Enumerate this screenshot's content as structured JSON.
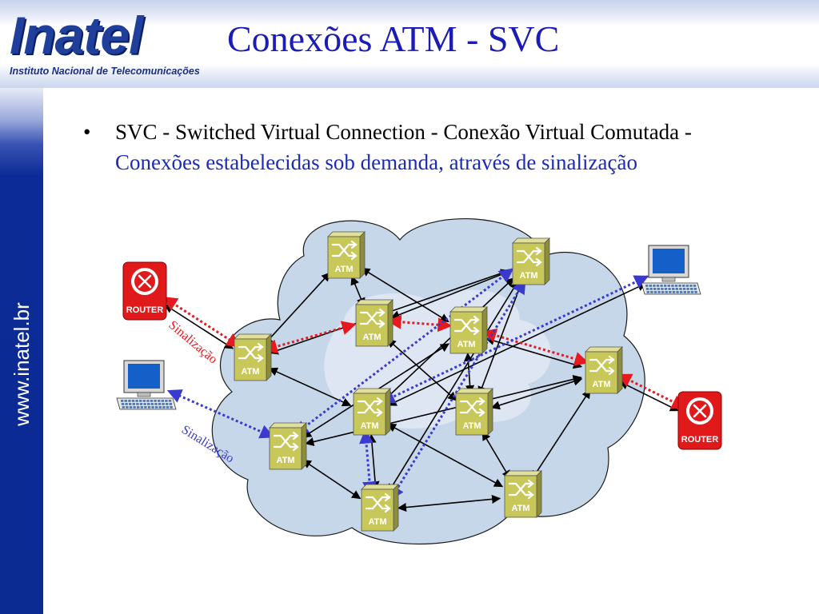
{
  "header": {
    "logo_word": "Inatel",
    "logo_subtitle": "Instituto Nacional de Telecomunicações",
    "title": "Conexões ATM - SVC"
  },
  "sidebar": {
    "url": "www.inatel.br"
  },
  "content": {
    "bullet_char": "•",
    "text_black": "SVC - Switched Virtual Connection - Conexão Virtual Comutada - ",
    "text_blue": "Conexões estabelecidas sob demanda, através de sinalização"
  },
  "diagram": {
    "switch_label": "ATM",
    "router_label": "ROUTER",
    "signal_label_red": "Sinalização",
    "signal_label_blue": "Sinalização",
    "colors": {
      "switch_face": "#c8c85a",
      "switch_side": "#8e8e3a",
      "router": "#e01a1a",
      "signal_red": "#e8181f",
      "signal_blue": "#3a3ad0",
      "cloud": "#c7d7ea"
    },
    "nodes": [
      {
        "id": "s1",
        "type": "switch",
        "label": "ATM"
      },
      {
        "id": "s2",
        "type": "switch",
        "label": "ATM"
      },
      {
        "id": "s3",
        "type": "switch",
        "label": "ATM"
      },
      {
        "id": "s4",
        "type": "switch",
        "label": "ATM"
      },
      {
        "id": "s5",
        "type": "switch",
        "label": "ATM"
      },
      {
        "id": "s6",
        "type": "switch",
        "label": "ATM"
      },
      {
        "id": "s7",
        "type": "switch",
        "label": "ATM"
      },
      {
        "id": "s8",
        "type": "switch",
        "label": "ATM"
      },
      {
        "id": "s9",
        "type": "switch",
        "label": "ATM"
      },
      {
        "id": "s10",
        "type": "switch",
        "label": "ATM"
      },
      {
        "id": "s11",
        "type": "switch",
        "label": "ATM"
      },
      {
        "id": "r1",
        "type": "router",
        "label": "ROUTER"
      },
      {
        "id": "r2",
        "type": "router",
        "label": "ROUTER"
      },
      {
        "id": "pc1",
        "type": "computer"
      },
      {
        "id": "pc2",
        "type": "computer"
      }
    ],
    "links": [
      [
        "r1",
        "s2"
      ],
      [
        "s2",
        "s1"
      ],
      [
        "s1",
        "s4"
      ],
      [
        "s1",
        "s3"
      ],
      [
        "s3",
        "s5"
      ],
      [
        "s4",
        "s8"
      ],
      [
        "s4",
        "s9"
      ],
      [
        "s4",
        "s7"
      ],
      [
        "s2",
        "s6"
      ],
      [
        "s2",
        "s5"
      ],
      [
        "s3",
        "s9"
      ],
      [
        "s5",
        "s9"
      ],
      [
        "s5",
        "s6"
      ],
      [
        "s5",
        "s10"
      ],
      [
        "s9",
        "s8"
      ],
      [
        "s9",
        "s11"
      ],
      [
        "s8",
        "s11"
      ],
      [
        "s6",
        "s10"
      ],
      [
        "s10",
        "s7"
      ],
      [
        "s6",
        "s11"
      ],
      [
        "s7",
        "s8"
      ],
      [
        "s10",
        "s11"
      ],
      [
        "pc1",
        "s6"
      ],
      [
        "s8",
        "r2"
      ]
    ],
    "signal_red": [
      [
        "r1",
        "s2"
      ],
      [
        "s2",
        "s3"
      ],
      [
        "s3",
        "s4"
      ],
      [
        "s4",
        "s8"
      ],
      [
        "s8",
        "r2"
      ]
    ],
    "signal_blue": [
      [
        "pc1",
        "s6"
      ],
      [
        "s6",
        "s10"
      ],
      [
        "s10",
        "s5"
      ],
      [
        "s5",
        "s7"
      ],
      [
        "s7",
        "pc2"
      ]
    ]
  }
}
